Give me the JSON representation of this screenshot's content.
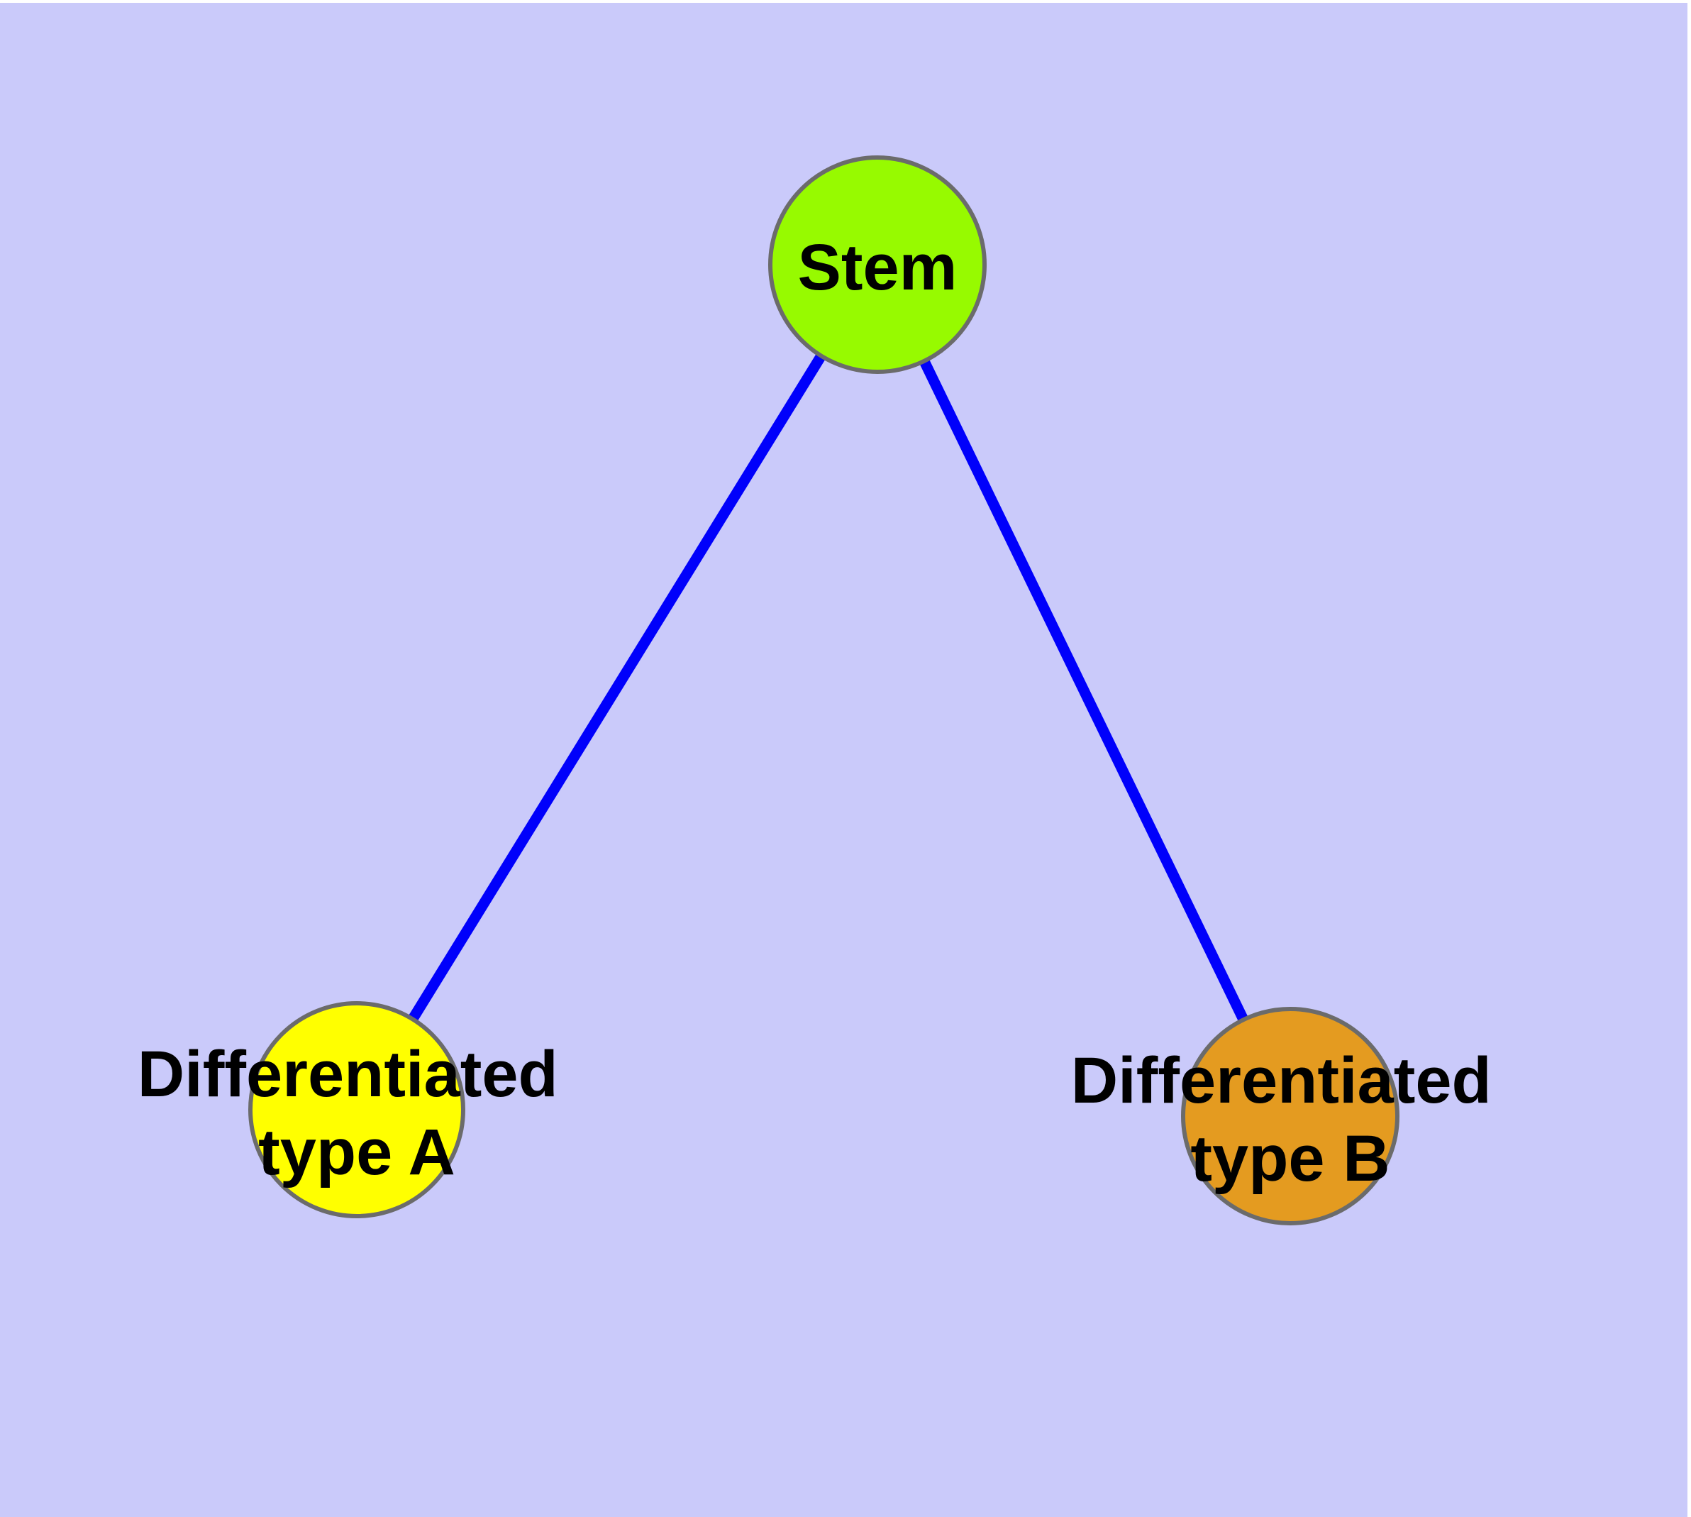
{
  "diagram": {
    "type": "graph",
    "description": "Cell differentiation hierarchy graph with a stem node and two differentiated type nodes",
    "background_color": "#CACAFA",
    "margin_color": "#FFFFFF",
    "edge_color": "#0000FB",
    "node_border_color": "#6B6B6B",
    "label_color": "#000000",
    "nodes": [
      {
        "id": "stem",
        "label": "Stem",
        "label_lines": [
          "Stem"
        ],
        "fill": "#97FA00"
      },
      {
        "id": "differentiated-type-a",
        "label": "Differentiated type A",
        "label_lines": [
          "Differentiated",
          "type A"
        ],
        "fill": "#FFFF00"
      },
      {
        "id": "differentiated-type-b",
        "label": "Differentiated type B",
        "label_lines": [
          "Differentiated",
          "type B"
        ],
        "fill": "#E49B20"
      }
    ],
    "edges": [
      {
        "from": "stem",
        "to": "differentiated-type-a"
      },
      {
        "from": "stem",
        "to": "differentiated-type-b"
      }
    ]
  }
}
